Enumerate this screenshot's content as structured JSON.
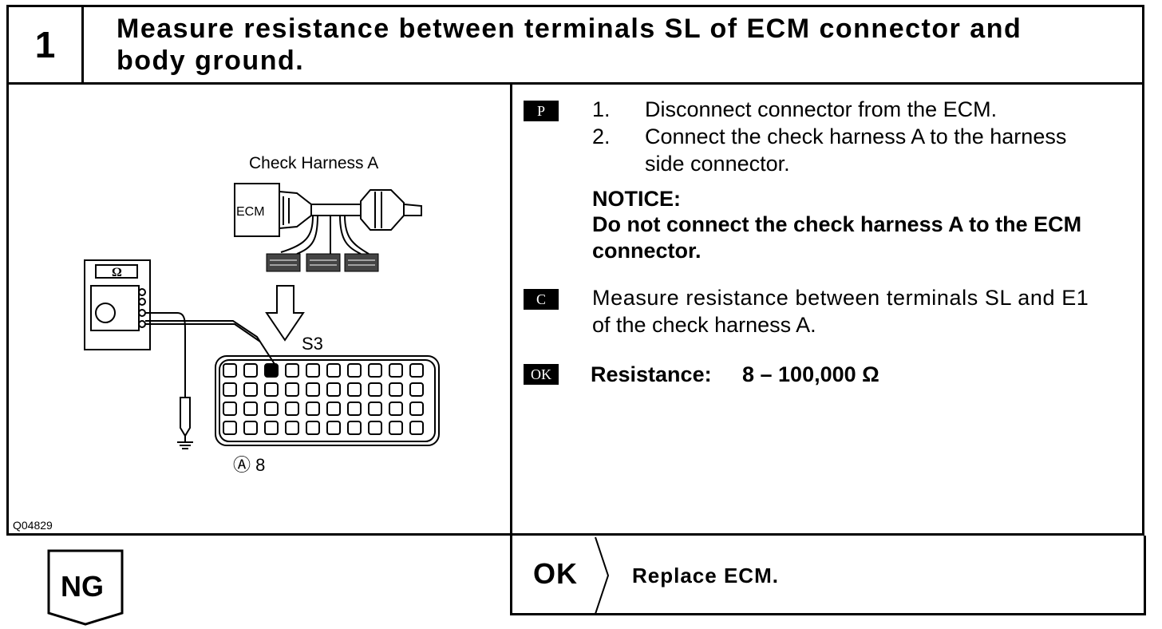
{
  "header": {
    "step_number": "1",
    "title_line1": "Measure resistance between terminals SL of ECM connector and",
    "title_line2": "body ground."
  },
  "figure": {
    "harness_label": "Check Harness A",
    "ecm_label": "ECM",
    "ohm_symbol": "Ω",
    "terminal_label": "S3",
    "connector_label": "Ⓐ 8",
    "figure_code": "Q04829"
  },
  "procedure": {
    "prep_tag": "P",
    "steps": [
      {
        "num": "1.",
        "text_line1": "Disconnect connector from the ECM."
      },
      {
        "num": "2.",
        "text_line1": "Connect the check harness A to the harness",
        "text_line2": "side connector."
      }
    ],
    "notice_title": "NOTICE:",
    "notice_line1": "Do not connect the check harness A to the ECM",
    "notice_line2": "connector.",
    "check_tag": "C",
    "check_line1": "Measure resistance between terminals SL and E1",
    "check_line2": "of the check harness A.",
    "ok_tag": "OK",
    "spec_label": "Resistance:",
    "spec_value": "8 – 100,000 Ω"
  },
  "result": {
    "ok_label": "OK",
    "ok_action": "Replace ECM.",
    "ng_label": "NG"
  }
}
